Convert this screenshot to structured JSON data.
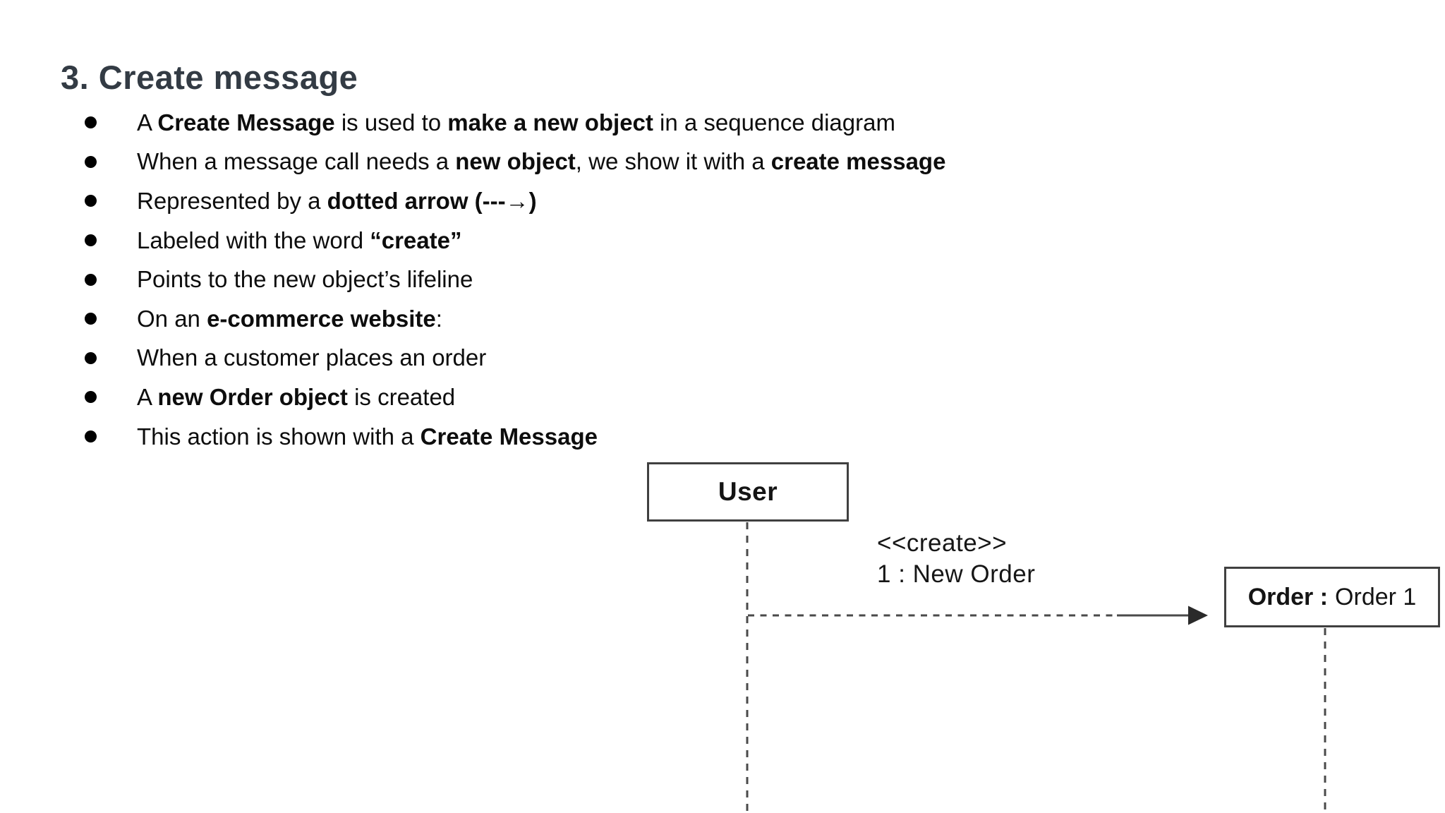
{
  "heading": {
    "text": "3. Create message",
    "color": "#333b44"
  },
  "bullets": [
    {
      "segments": [
        {
          "t": "A ",
          "b": false
        },
        {
          "t": "Create Message",
          "b": true
        },
        {
          "t": " is used to ",
          "b": false
        },
        {
          "t": "make a new object",
          "b": true
        },
        {
          "t": " in a sequence diagram",
          "b": false
        }
      ]
    },
    {
      "segments": [
        {
          "t": "When a message call needs a ",
          "b": false
        },
        {
          "t": "new object",
          "b": true
        },
        {
          "t": ", we show it with a ",
          "b": false
        },
        {
          "t": "create message",
          "b": true
        }
      ]
    },
    {
      "segments": [
        {
          "t": "Represented by a ",
          "b": false
        },
        {
          "t": "dotted arrow (---→)",
          "b": true
        }
      ]
    },
    {
      "segments": [
        {
          "t": "Labeled with the word ",
          "b": false
        },
        {
          "t": "“create”",
          "b": true
        }
      ]
    },
    {
      "segments": [
        {
          "t": "Points to the new object’s lifeline",
          "b": false
        }
      ]
    },
    {
      "segments": [
        {
          "t": "On an ",
          "b": false
        },
        {
          "t": "e-commerce website",
          "b": true
        },
        {
          "t": ":",
          "b": false
        }
      ]
    },
    {
      "segments": [
        {
          "t": "When a customer places an order",
          "b": false
        }
      ]
    },
    {
      "segments": [
        {
          "t": "A ",
          "b": false
        },
        {
          "t": "new Order object",
          "b": true
        },
        {
          "t": " is created",
          "b": false
        }
      ]
    },
    {
      "segments": [
        {
          "t": "This action is shown with a ",
          "b": false
        },
        {
          "t": "Create Message",
          "b": true
        }
      ]
    }
  ],
  "diagram": {
    "actor": {
      "label": "User"
    },
    "object": {
      "label_bold": "Order :",
      "label_rest": "Order 1"
    },
    "message": {
      "stereotype": "<<create>>",
      "label": "1 : New Order"
    },
    "colors": {
      "line": "#4a4a4a",
      "arrowhead": "#2a2a2a",
      "box_border": "#404040"
    }
  }
}
